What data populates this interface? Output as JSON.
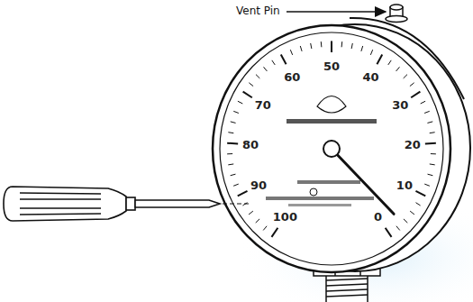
{
  "diagram": {
    "labels": [
      "Vent Pin",
      "0",
      "10",
      "20",
      "30",
      "40",
      "50",
      "60",
      "70",
      "80",
      "90",
      "100"
    ]
  }
}
